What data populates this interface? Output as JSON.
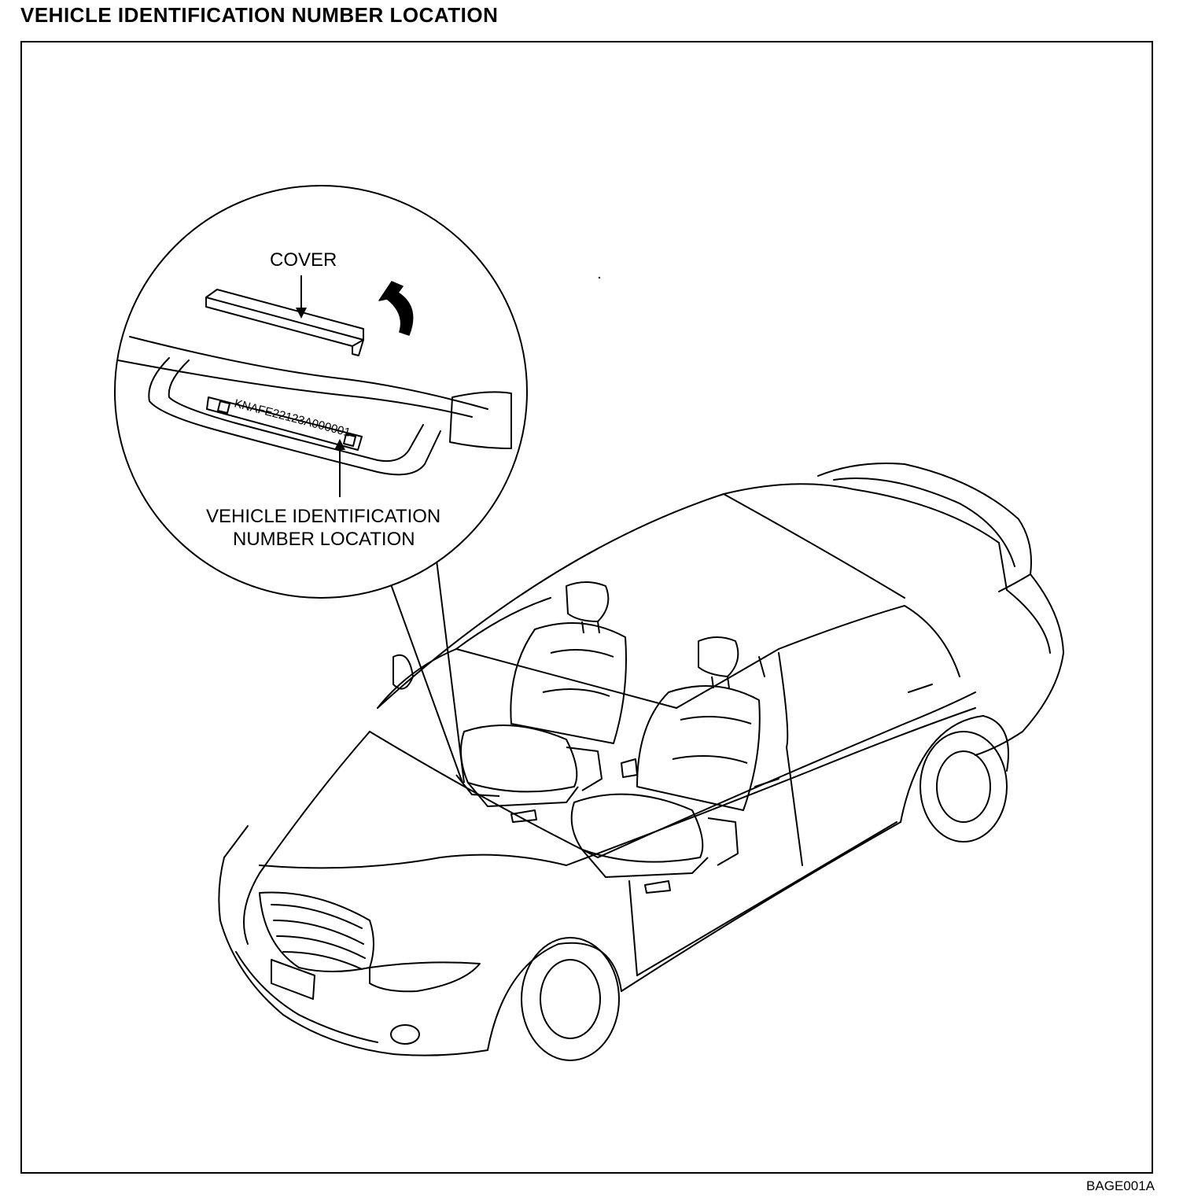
{
  "title": "VEHICLE IDENTIFICATION NUMBER LOCATION",
  "figure_code": "BAGE001A",
  "callouts": {
    "cover": "COVER",
    "vin_location_line1": "VEHICLE IDENTIFICATION",
    "vin_location_line2": "NUMBER LOCATION"
  },
  "vin_plate_text": "KNAFE22123A000001",
  "colors": {
    "line": "#000000",
    "background": "#ffffff"
  }
}
